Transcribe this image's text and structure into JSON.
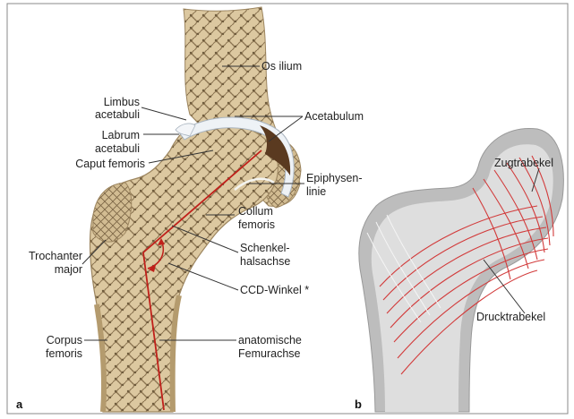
{
  "panel_a": {
    "letter": "a",
    "labels": {
      "os_ilium": "Os ilium",
      "limbus_1": "Limbus",
      "limbus_2": "acetabuli",
      "labrum_1": "Labrum",
      "labrum_2": "acetabuli",
      "caput": "Caput femoris",
      "acetabulum": "Acetabulum",
      "epiphysen_1": "Epiphysen-",
      "epiphysen_2": "linie",
      "collum_1": "Collum",
      "collum_2": "femoris",
      "schenkel_1": "Schenkel-",
      "schenkel_2": "halsachse",
      "ccd": "CCD-Winkel *",
      "trochanter_1": "Trochanter",
      "trochanter_2": "major",
      "corpus_1": "Corpus",
      "corpus_2": "femoris",
      "anatom_1": "anatomische",
      "anatom_2": "Femurachse"
    }
  },
  "panel_b": {
    "letter": "b",
    "labels": {
      "zug": "Zugtrabekel",
      "druck": "Drucktrabekel"
    }
  },
  "colors": {
    "bone": "#d8c39a",
    "cartilage": "#e8eef4",
    "axis_red": "#c0201a",
    "trabekel_red": "#d23a3a",
    "schema_gray": "#cfcfcf"
  }
}
